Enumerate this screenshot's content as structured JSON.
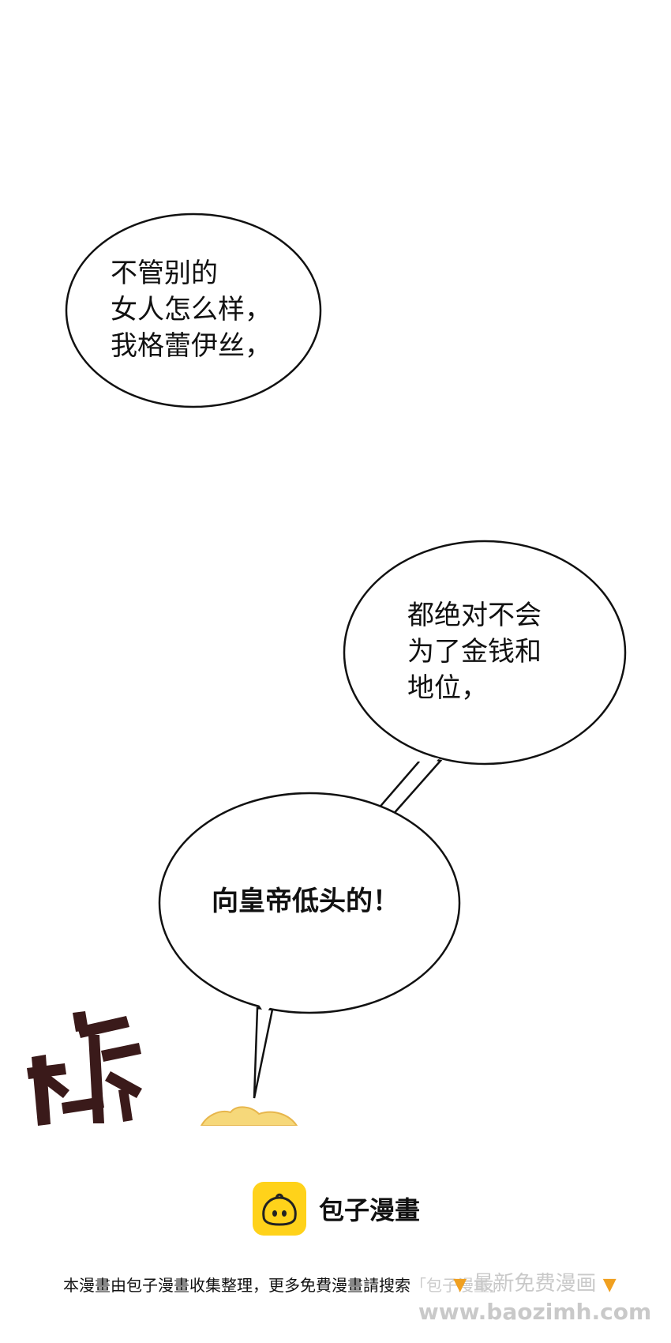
{
  "panel": {
    "bubble1": {
      "lines": [
        "不管别的",
        "女人怎么样，",
        "我格蕾伊丝，"
      ]
    },
    "bubble2": {
      "lines": [
        "都绝对不会",
        "为了金钱和",
        "地位，"
      ]
    },
    "bubble3": {
      "lines": [
        "向皇帝低头的！"
      ]
    }
  },
  "footer": {
    "brand_name": "包子漫畫",
    "note": "本漫畫由包子漫畫收集整理，更多免費漫畫請搜索「包子漫畫」",
    "watermark_line1": "最新免费漫画",
    "watermark_line2": "www.baozimh.com",
    "logo_color": "#ffd21a"
  },
  "icons": [
    "bun-logo-icon",
    "pointing-hand-icon"
  ]
}
